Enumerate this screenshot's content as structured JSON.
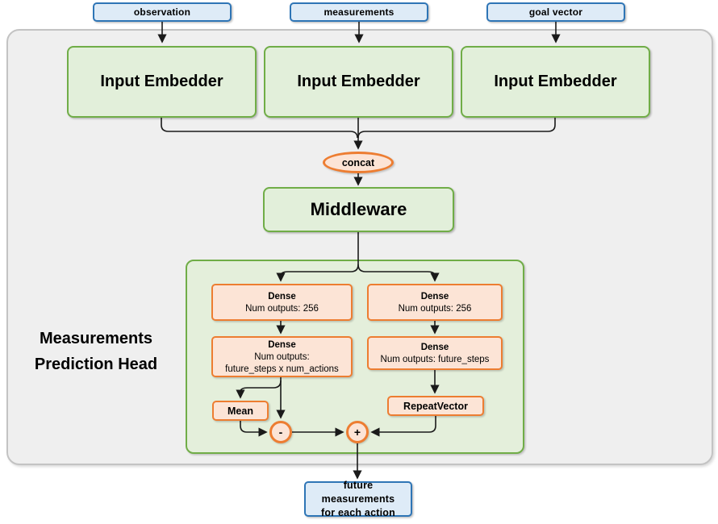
{
  "diagram": {
    "inputs": [
      {
        "label": "observation"
      },
      {
        "label": "measurements"
      },
      {
        "label": "goal vector"
      }
    ],
    "embedders": [
      {
        "label": "Input Embedder"
      },
      {
        "label": "Input Embedder"
      },
      {
        "label": "Input Embedder"
      }
    ],
    "concat": {
      "label": "concat"
    },
    "middleware": {
      "label": "Middleware"
    },
    "head": {
      "title_line1": "Measurements",
      "title_line2": "Prediction Head",
      "left_branch": {
        "dense1": {
          "title": "Dense",
          "subtitle": "Num outputs: 256"
        },
        "dense2": {
          "title": "Dense",
          "subtitle": "Num outputs:",
          "subtitle2": "future_steps x num_actions"
        },
        "mean": {
          "label": "Mean"
        },
        "minus_op": {
          "label": "-"
        }
      },
      "right_branch": {
        "dense1": {
          "title": "Dense",
          "subtitle": "Num outputs: 256"
        },
        "dense2": {
          "title": "Dense",
          "subtitle": "Num outputs: future_steps"
        },
        "repeat_vector": {
          "label": "RepeatVector"
        },
        "plus_op": {
          "label": "+"
        }
      }
    },
    "output": {
      "line1": "future measurements",
      "line2": "for each action"
    },
    "colors": {
      "blue_border": "#2E75B6",
      "blue_fill": "#DEEBF7",
      "green_border": "#70AD47",
      "green_fill": "#E2EFDA",
      "orange_border": "#ED7D31",
      "orange_fill": "#FCE4D6",
      "container_fill": "#EFEFEF",
      "container_border": "#C3C3C3",
      "wire": "#1A1A1A"
    }
  }
}
